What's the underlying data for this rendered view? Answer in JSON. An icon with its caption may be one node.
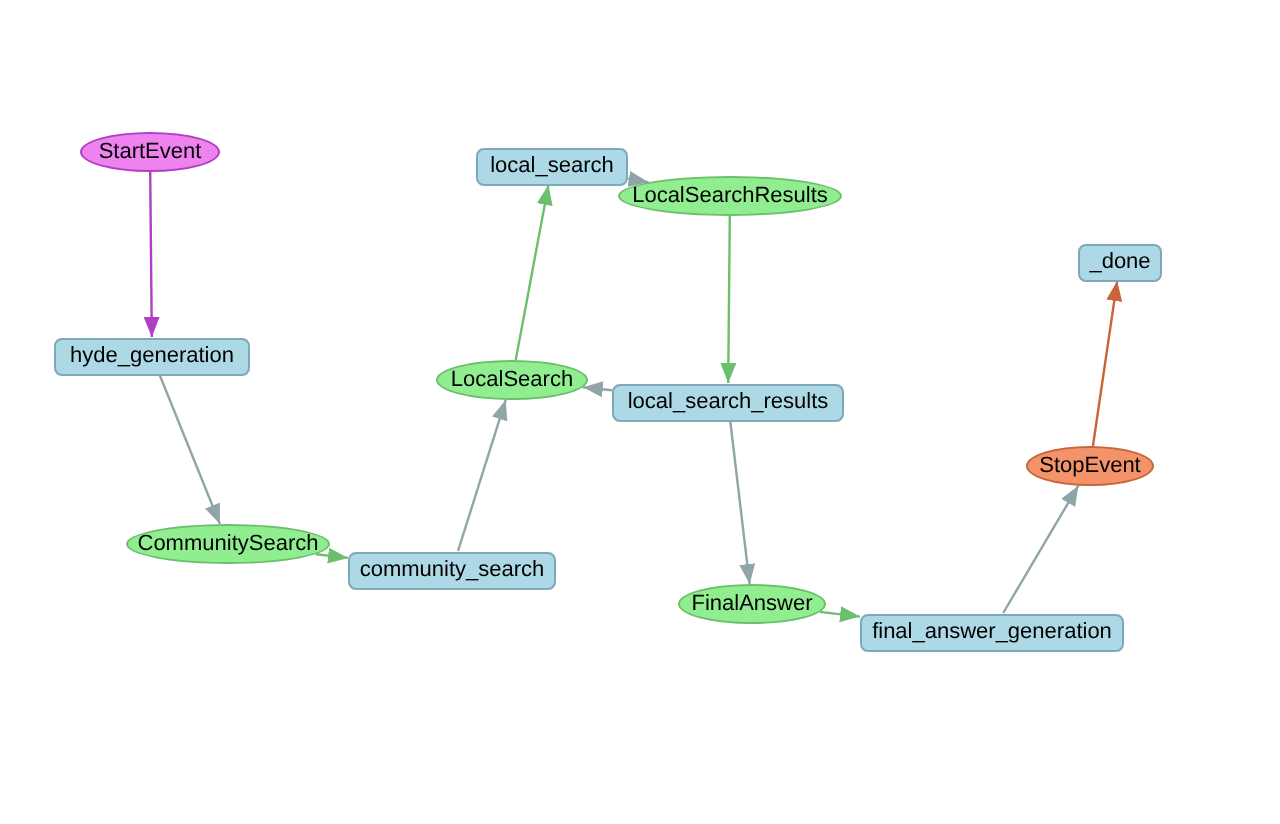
{
  "diagram": {
    "nodes": [
      {
        "text": [
          "StartEvent"
        ]
      },
      {
        "text": [
          "hyde_generation"
        ]
      },
      {
        "text": [
          "CommunitySearch"
        ]
      },
      {
        "text": [
          "community_search"
        ]
      },
      {
        "text": [
          "LocalSearch"
        ]
      },
      {
        "text": [
          "local_search"
        ]
      },
      {
        "text": [
          "LocalSearchResults"
        ]
      },
      {
        "text": [
          "local_search_results"
        ]
      },
      {
        "text": [
          "FinalAnswer"
        ]
      },
      {
        "text": [
          "final_answer_generation"
        ]
      },
      {
        "text": [
          "StopEvent"
        ]
      },
      {
        "text": [
          "_done"
        ]
      }
    ],
    "edges": [
      {
        "from": 0,
        "to": 1,
        "arrow": "to",
        "color": "#b03fc4"
      },
      {
        "from": 1,
        "to": 2,
        "arrow": "to"
      },
      {
        "from": 2,
        "to": 3,
        "arrow": "to",
        "color": "#6cbf6c"
      },
      {
        "from": 3,
        "to": 4,
        "arrow": "to"
      },
      {
        "from": 4,
        "to": 5,
        "arrow": "to",
        "color": "#6cbf6c"
      },
      {
        "from": 5,
        "to": 6,
        "arrow": "to"
      },
      {
        "from": 6,
        "to": 7,
        "arrow": "to",
        "color": "#6cbf6c"
      },
      {
        "from": 7,
        "to": 4,
        "arrow": "to"
      },
      {
        "from": 7,
        "to": 8,
        "arrow": "to"
      },
      {
        "from": 8,
        "to": 9,
        "arrow": "to",
        "color": "#6cbf6c"
      },
      {
        "from": 9,
        "to": 10,
        "arrow": "to"
      },
      {
        "from": 10,
        "to": 11,
        "arrow": "to",
        "color": "#c8653a"
      }
    ]
  }
}
